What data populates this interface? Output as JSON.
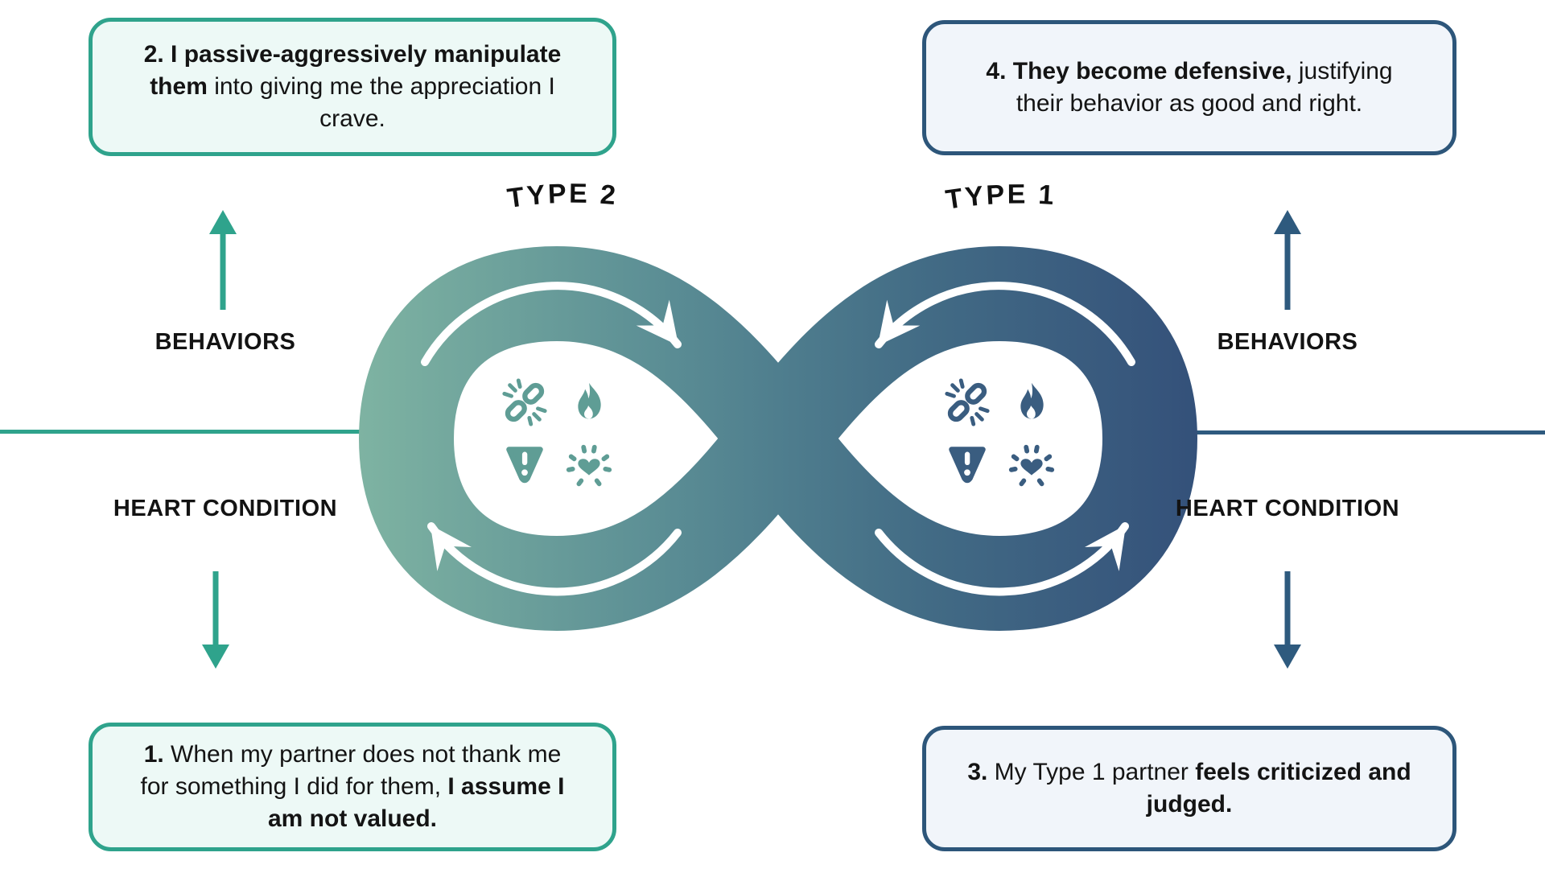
{
  "diagram": {
    "name": "Type 2 / Type 1 relationship conflict loop",
    "type_labels": {
      "left": "TYPE 2",
      "right": "TYPE 1"
    },
    "side_labels": {
      "left_behaviors": "BEHAVIORS",
      "left_heart": "HEART CONDITION",
      "right_behaviors": "BEHAVIORS",
      "right_heart": "HEART CONDITION"
    },
    "icons": [
      "broken-link",
      "flame",
      "warning",
      "heart-burst"
    ],
    "colors": {
      "teal_accent": "#2fa38c",
      "navy_accent": "#2e5a7e",
      "loop_gradient": [
        "#7eb3a2",
        "#4f7e8e",
        "#35527a"
      ],
      "teal_icon": "#5f9d95",
      "navy_icon": "#3a5d80",
      "teal_box_bg": "#edf9f6",
      "navy_box_bg": "#f1f5fa",
      "text": "#141414"
    }
  },
  "boxes": {
    "top_left": {
      "segments": [
        {
          "text": "2. I passive-aggressively manipulate them",
          "bold": true
        },
        {
          "text": " into giving me the appreciation I crave.",
          "bold": false
        }
      ]
    },
    "top_right": {
      "segments": [
        {
          "text": "4. They become defensive,",
          "bold": true
        },
        {
          "text": " justifying their behavior as good and right.",
          "bold": false
        }
      ]
    },
    "bottom_left": {
      "segments": [
        {
          "text": "1.",
          "bold": true
        },
        {
          "text": " When my partner does not thank me for something I did for them, ",
          "bold": false
        },
        {
          "text": "I assume I am not valued.",
          "bold": true
        }
      ]
    },
    "bottom_right": {
      "segments": [
        {
          "text": "3.",
          "bold": true
        },
        {
          "text": " My Type 1 partner ",
          "bold": false
        },
        {
          "text": "feels criticized and judged.",
          "bold": true
        }
      ]
    }
  }
}
